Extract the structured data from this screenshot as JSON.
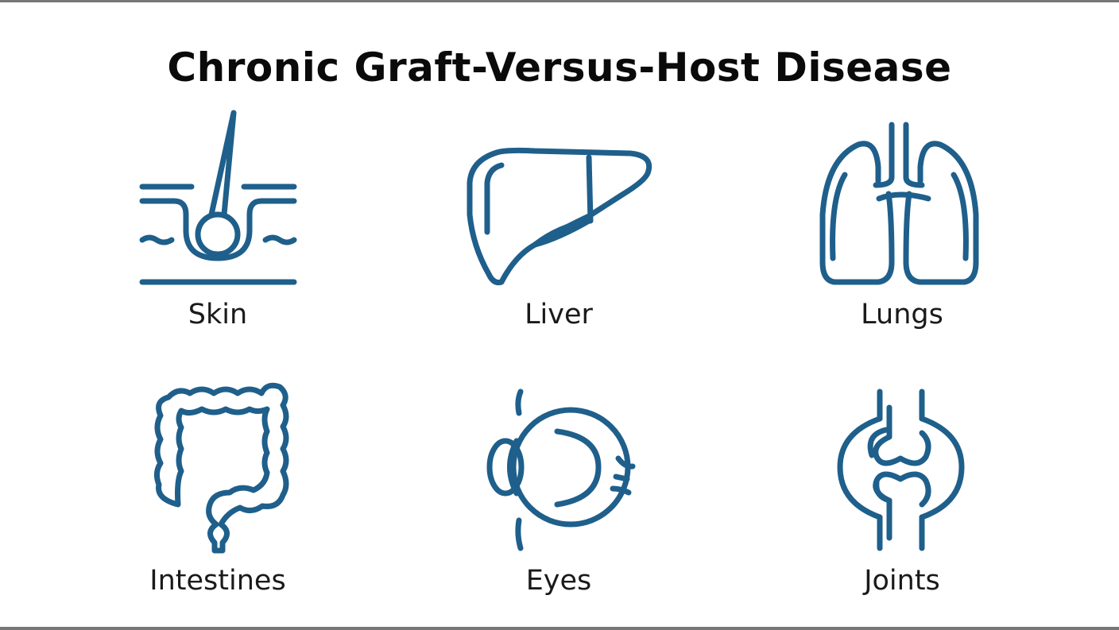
{
  "page": {
    "title": "Chronic Graft-Versus-Host Disease"
  },
  "colors": {
    "icon": "#1f5f8b",
    "title": "#0a0a0a",
    "label": "#1a1a1a",
    "frame_bars": "#777777",
    "background": "#ffffff"
  },
  "organs": [
    {
      "label": "Skin",
      "icon": "skin-hair-follicle-icon"
    },
    {
      "label": "Liver",
      "icon": "liver-icon"
    },
    {
      "label": "Lungs",
      "icon": "lungs-icon"
    },
    {
      "label": "Intestines",
      "icon": "intestines-icon"
    },
    {
      "label": "Eyes",
      "icon": "eye-icon"
    },
    {
      "label": "Joints",
      "icon": "joint-icon"
    }
  ]
}
